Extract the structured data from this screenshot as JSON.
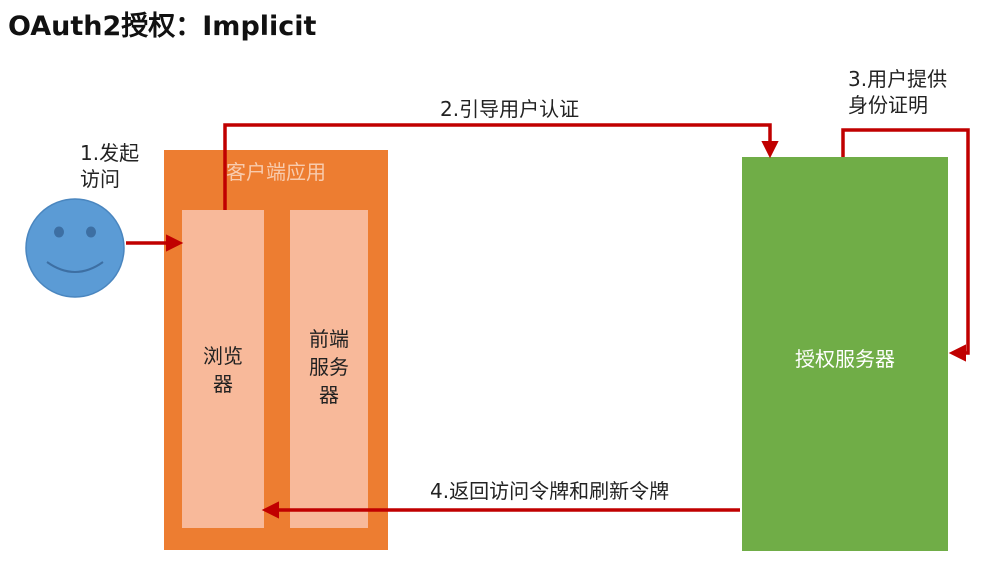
{
  "title": "OAuth2授权：Implicit",
  "client_app": {
    "title": "客户端应用",
    "browser": [
      "浏览",
      "器"
    ],
    "frontend_server": [
      "前端",
      "服务",
      "器"
    ]
  },
  "auth_server": {
    "label": "授权服务器"
  },
  "steps": {
    "step1": [
      "1.发起",
      "访问"
    ],
    "step2": "2.引导用户认证",
    "step3": [
      "3.用户提供",
      "身份证明"
    ],
    "step4": "4.返回访问令牌和刷新令牌"
  },
  "colors": {
    "client_box": "#ed7d31",
    "inner_box": "#f8b99a",
    "auth_box": "#70ad47",
    "arrow": "#c00000",
    "user_face": "#5b9bd5"
  },
  "icons": {
    "user": "smiley-face-icon"
  }
}
